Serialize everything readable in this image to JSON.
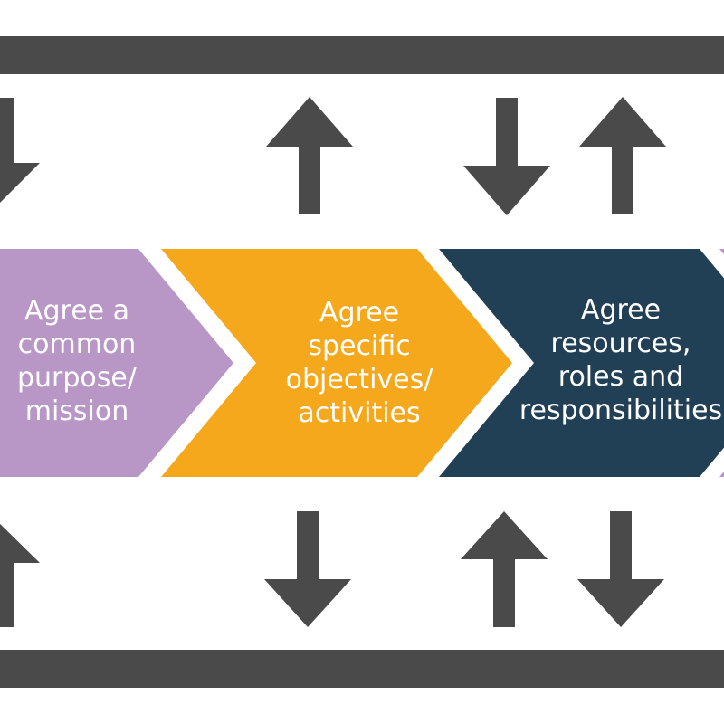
{
  "colors": {
    "bar": "#4a4a4a",
    "arrow": "#4a4a4a",
    "step_1": "#b896c6",
    "step_2": "#f5a81c",
    "step_3": "#213f55",
    "step_4": "#b896c6",
    "label_text": "#ffffff",
    "background": "#ffffff"
  },
  "steps": [
    {
      "lines": [
        "Agree a",
        "common",
        "purpose/",
        "mission"
      ]
    },
    {
      "lines": [
        "Agree",
        "specific",
        "objectives/",
        "activities"
      ]
    },
    {
      "lines": [
        "Agree",
        "resources,",
        "roles and",
        "responsibilities"
      ]
    },
    {
      "lines": []
    }
  ],
  "arrows": {
    "top": [
      "down-arrow-icon",
      "up-arrow-icon",
      "down-arrow-icon",
      "up-arrow-icon"
    ],
    "bottom": [
      "up-arrow-icon",
      "down-arrow-icon",
      "up-arrow-icon",
      "down-arrow-icon"
    ]
  }
}
